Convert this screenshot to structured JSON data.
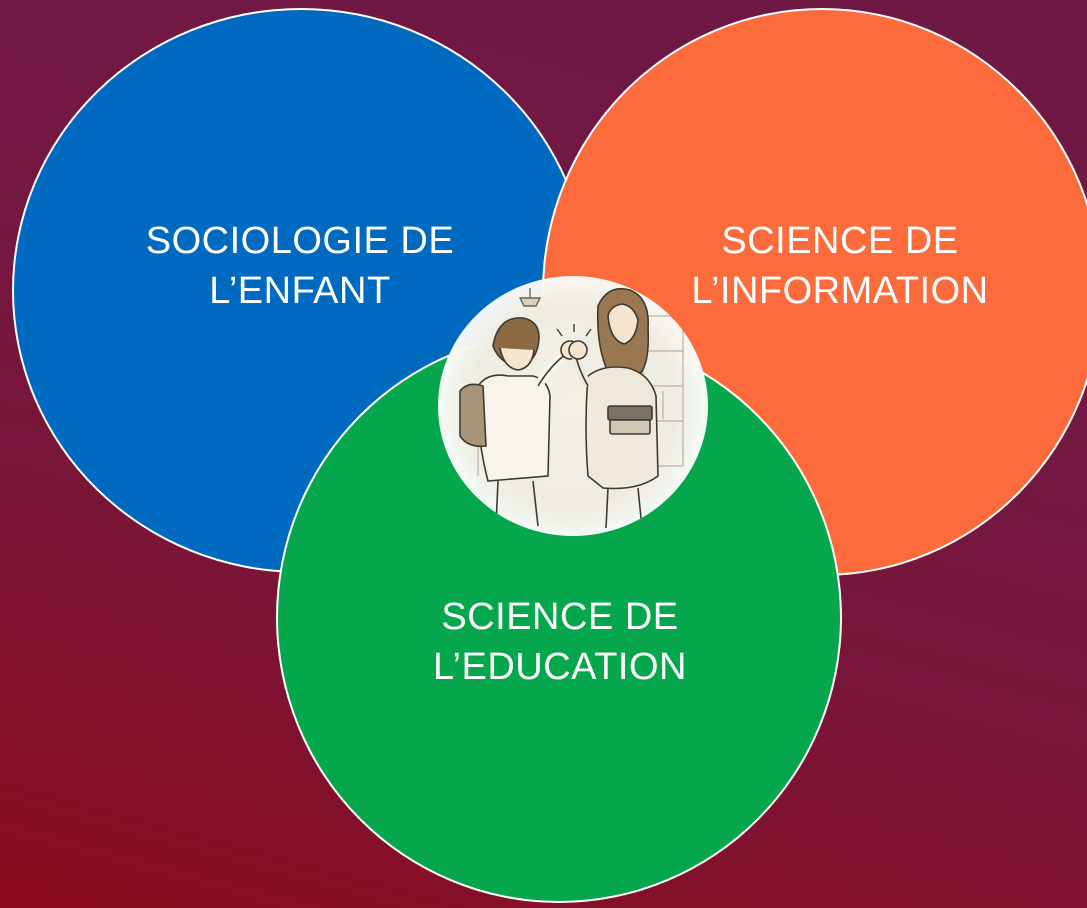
{
  "diagram": {
    "circles": [
      {
        "id": "blue",
        "color": "#0069c0",
        "label_lines": [
          "SOCIOLOGIE DE",
          "L’ENFANT"
        ]
      },
      {
        "id": "orange",
        "color": "#fc6b3b",
        "label_lines": [
          "SCIENCE DE",
          "L’INFORMATION"
        ]
      },
      {
        "id": "green",
        "color": "#06a74c",
        "label_lines": [
          "SCIENCE DE",
          "L’EDUCATION"
        ]
      }
    ],
    "outline_color": "#ffffff",
    "center_illustration": "student-and-teacher-fist-bump-illustration"
  }
}
